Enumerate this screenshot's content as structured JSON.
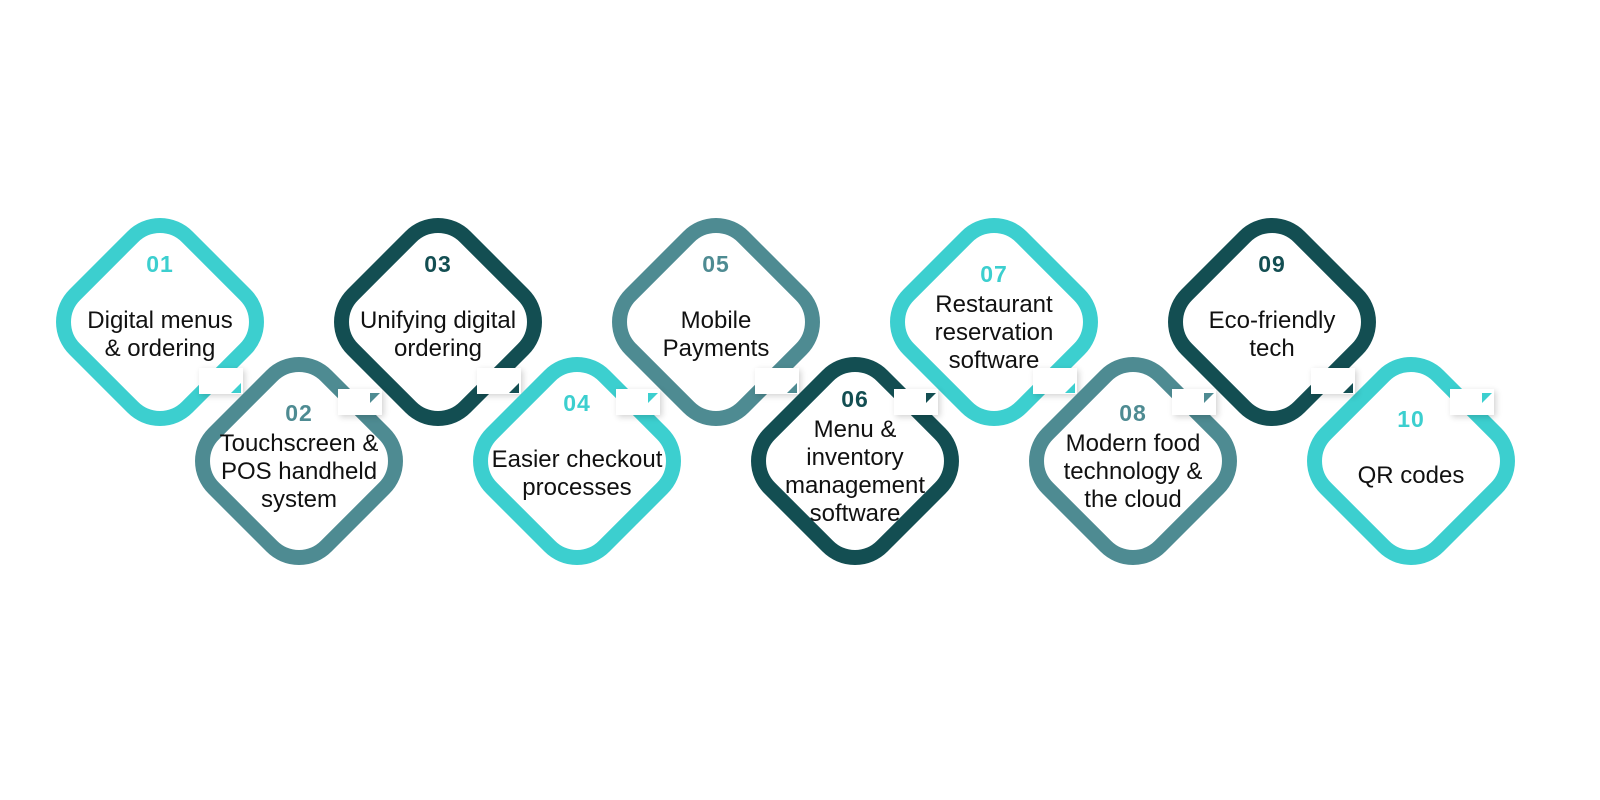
{
  "colors": {
    "teal_light": "#3ccfcf",
    "teal_mid": "#4e8b92",
    "teal_dark": "#134e52"
  },
  "steps": [
    {
      "number": "01",
      "label_lines": [
        "Digital menus",
        "& ordering"
      ],
      "color": "#3ccfcf",
      "row": "top"
    },
    {
      "number": "02",
      "label_lines": [
        "Touchscreen &",
        "POS handheld",
        "system"
      ],
      "color": "#4e8b92",
      "row": "bottom"
    },
    {
      "number": "03",
      "label_lines": [
        "Unifying digital",
        "ordering"
      ],
      "color": "#134e52",
      "row": "top"
    },
    {
      "number": "04",
      "label_lines": [
        "Easier checkout",
        "processes"
      ],
      "color": "#3ccfcf",
      "row": "bottom"
    },
    {
      "number": "05",
      "label_lines": [
        "Mobile",
        "Payments"
      ],
      "color": "#4e8b92",
      "row": "top"
    },
    {
      "number": "06",
      "label_lines": [
        "Menu &",
        "inventory",
        "management",
        "software"
      ],
      "color": "#134e52",
      "row": "bottom"
    },
    {
      "number": "07",
      "label_lines": [
        "Restaurant",
        "reservation",
        "software"
      ],
      "color": "#3ccfcf",
      "row": "top"
    },
    {
      "number": "08",
      "label_lines": [
        "Modern food",
        "technology &",
        "the cloud"
      ],
      "color": "#4e8b92",
      "row": "bottom"
    },
    {
      "number": "09",
      "label_lines": [
        "Eco-friendly",
        "tech"
      ],
      "color": "#134e52",
      "row": "top"
    },
    {
      "number": "10",
      "label_lines": [
        "QR codes"
      ],
      "color": "#3ccfcf",
      "row": "bottom"
    }
  ]
}
